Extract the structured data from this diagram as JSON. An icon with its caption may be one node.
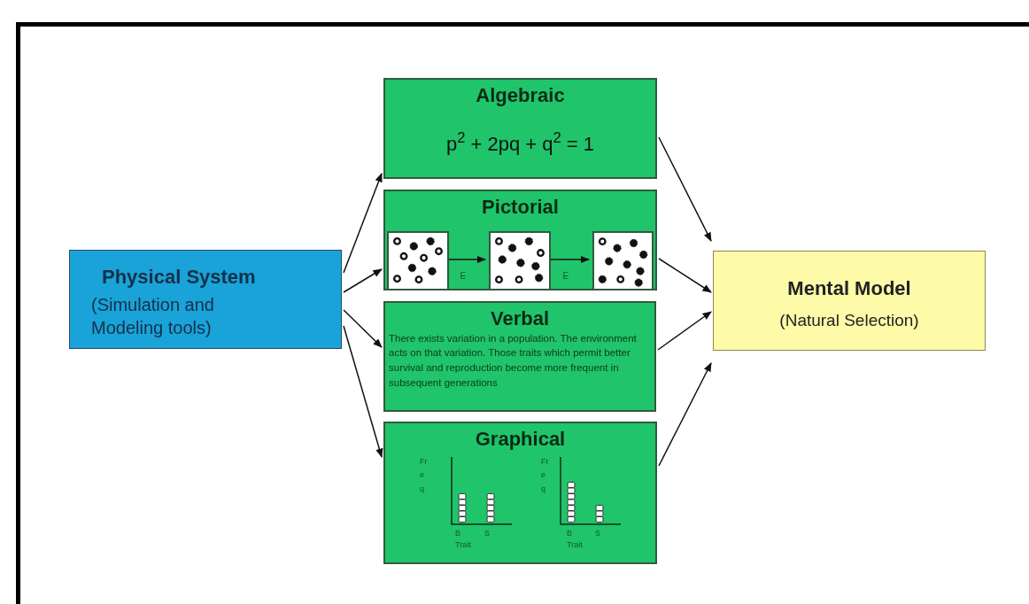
{
  "diagram": {
    "nodes": [
      {
        "text": [
          "Physical System",
          "(Simulation and Modeling tools)"
        ]
      },
      {
        "text": [
          "Algebraic",
          "p$^{2}$ + 2pq + q$^{2}$ = 1"
        ]
      },
      {
        "text": [
          "Pictorial"
        ]
      },
      {
        "text": [],
        "shape": "picture",
        "in": 2
      },
      {
        "text": [],
        "shape": "picture",
        "in": 2
      },
      {
        "text": [],
        "shape": "picture",
        "in": 2
      },
      {
        "text": [
          "Verbal",
          "There exists variation in a population. The environment acts on that variation. Those traits which permit better survival and reproduction become more frequent in subsequent generations"
        ]
      },
      {
        "text": [
          "Graphical"
        ]
      },
      {
        "text": [
          "Mental Model",
          "(Natural Selection)"
        ]
      }
    ],
    "edges": [
      {
        "from": 0,
        "to": 1,
        "arrow": "to"
      },
      {
        "from": 0,
        "to": 2,
        "arrow": "to"
      },
      {
        "from": 0,
        "to": 6,
        "arrow": "to"
      },
      {
        "from": 0,
        "to": 7,
        "arrow": "to"
      },
      {
        "from": 3,
        "to": 4,
        "arrow": "to",
        "label": "E"
      },
      {
        "from": 4,
        "to": 5,
        "arrow": "to",
        "label": "E"
      },
      {
        "from": 1,
        "to": 8,
        "arrow": "to"
      },
      {
        "from": 2,
        "to": 8,
        "arrow": "to"
      },
      {
        "from": 6,
        "to": 8,
        "arrow": "to"
      },
      {
        "from": 7,
        "to": 8,
        "arrow": "to"
      }
    ],
    "labels": [
      "Fr e q",
      "B",
      "S",
      "Trait",
      "Fr e q",
      "B",
      "S",
      "Trait"
    ]
  }
}
